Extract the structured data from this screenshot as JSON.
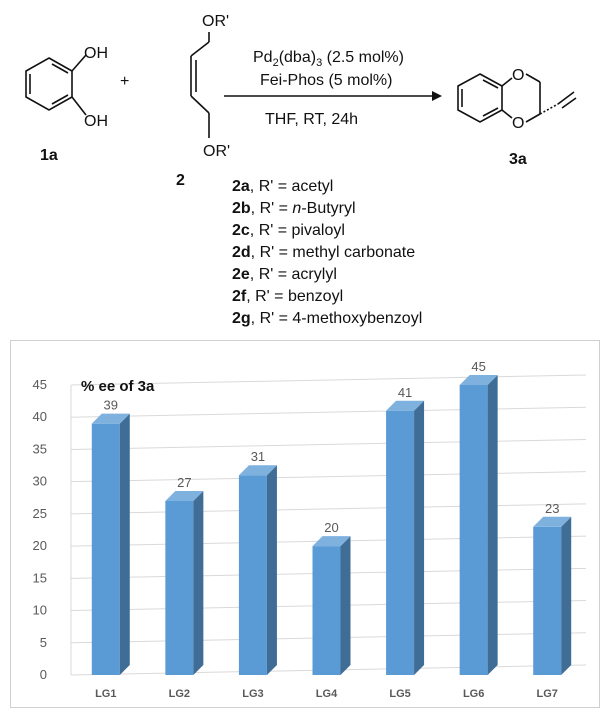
{
  "scheme": {
    "reactant1": {
      "label": "1a",
      "oh_top": "OH",
      "oh_bottom": "OH"
    },
    "plus": "+",
    "reactant2": {
      "label": "2",
      "or_top": "OR'",
      "or_bottom": "OR'"
    },
    "catalyst": {
      "text1": "Pd",
      "sub1": "2",
      "text2": "(dba)",
      "sub2": "3",
      "text3": " (2.5 mol%)"
    },
    "ligand": "Fei-Phos   (5 mol%)",
    "conditions": "THF, RT, 24h",
    "product": {
      "label": "3a",
      "o_top": "O",
      "o_bottom": "O"
    },
    "variants": [
      {
        "id": "2a",
        "sep": ", R' = ",
        "italic": "",
        "name": "acetyl"
      },
      {
        "id": "2b",
        "sep": ", R'  = ",
        "italic": "n",
        "name": "-Butyryl"
      },
      {
        "id": "2c",
        "sep": ", R'  = ",
        "italic": "",
        "name": "pivaloyl"
      },
      {
        "id": "2d",
        "sep": ", R' = ",
        "italic": "",
        "name": "methyl carbonate"
      },
      {
        "id": "2e",
        "sep": ", R'  = ",
        "italic": "",
        "name": "acrylyl"
      },
      {
        "id": "2f",
        "sep": ", R' = ",
        "italic": "",
        "name": "benzoyl"
      },
      {
        "id": "2g",
        "sep": ", R'  = ",
        "italic": "",
        "name": "4-methoxybenzoyl"
      }
    ]
  },
  "chart_data": {
    "type": "bar",
    "title": "% ee of 3a",
    "categories": [
      "LG1",
      "LG2",
      "LG3",
      "LG4",
      "LG5",
      "LG6",
      "LG7"
    ],
    "values": [
      39,
      27,
      31,
      20,
      41,
      45,
      23
    ],
    "ylim": [
      0,
      45
    ],
    "yticks": [
      0,
      5,
      10,
      15,
      20,
      25,
      30,
      35,
      40,
      45
    ],
    "grid": true,
    "data_labels": true,
    "colors": {
      "front": "#5b9bd5",
      "side": "#3f6d96",
      "top": "#7fb1df",
      "grid": "#d9d9d9",
      "axis_text": "#595959"
    }
  }
}
